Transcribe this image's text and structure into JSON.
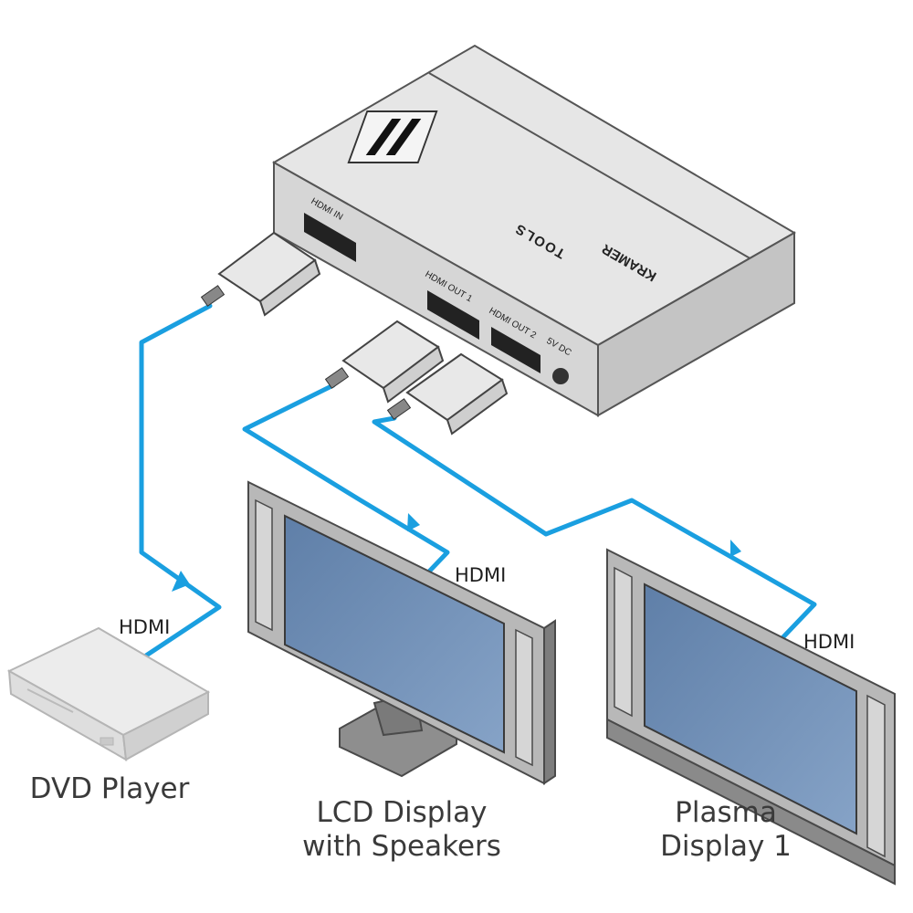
{
  "device": {
    "brand": "KRAMER",
    "brand_line": "TOOLS",
    "ports": {
      "hdmi_in": "HDMI IN",
      "hdmi_out_1": "HDMI OUT 1",
      "hdmi_out_2": "HDMI OUT 2",
      "power": "5V DC"
    }
  },
  "connections": [
    {
      "label": "HDMI"
    },
    {
      "label": "HDMI"
    },
    {
      "label": "HDMI"
    }
  ],
  "endpoints": {
    "dvd": {
      "line1": "DVD Player"
    },
    "lcd": {
      "line1": "LCD Display",
      "line2": "with Speakers"
    },
    "plasma": {
      "line1": "Plasma",
      "line2": "Display 1"
    }
  },
  "colors": {
    "cable": "#1a9fe0",
    "device_body": "#dcdcdc",
    "screen": "#6e8fb7"
  }
}
